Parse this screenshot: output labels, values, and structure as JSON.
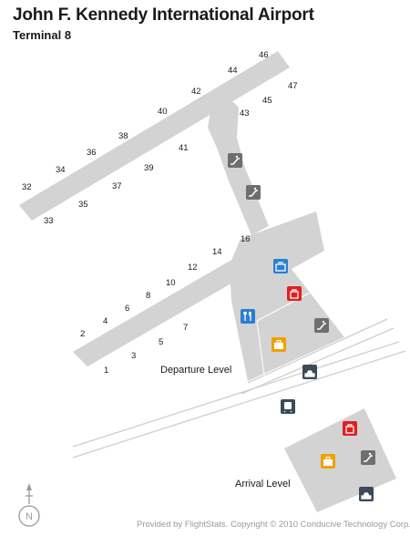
{
  "header": {
    "title": "John F. Kennedy International Airport",
    "subtitle": "Terminal 8"
  },
  "levels": {
    "departure": "Departure Level",
    "arrival": "Arrival Level"
  },
  "gates": [
    "1",
    "2",
    "3",
    "4",
    "5",
    "6",
    "7",
    "8",
    "10",
    "12",
    "14",
    "16",
    "32",
    "33",
    "34",
    "35",
    "36",
    "37",
    "38",
    "39",
    "40",
    "41",
    "42",
    "43",
    "44",
    "45",
    "46",
    "47"
  ],
  "compass": {
    "label": "N"
  },
  "credits": "Provided by FlightStats. Copyright © 2010 Conducive Technology Corp.",
  "icons": [
    "escalator-icon",
    "restaurant-icon",
    "information-icon",
    "shopping-icon",
    "baggage-icon",
    "taxi-icon",
    "train-icon"
  ],
  "colors": {
    "building": "#d4d4d4",
    "road": "#c8c8c8",
    "escalator": "#6e6e6e",
    "info": "#2a7fd0",
    "shop": "#e02020",
    "baggage": "#f0a000",
    "transport": "#3b4a5c"
  }
}
